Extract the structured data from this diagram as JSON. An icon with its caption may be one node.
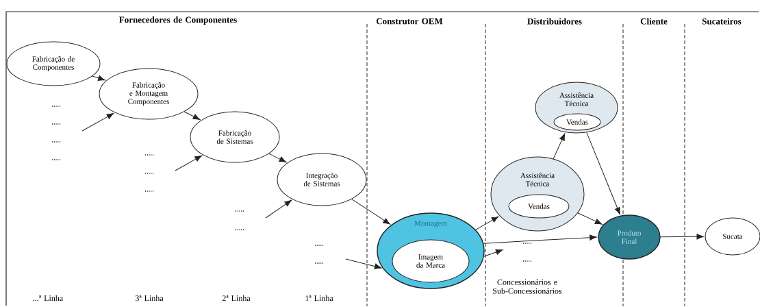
{
  "diagram": {
    "nodes": [
      {
        "text": [
          "Fabricação de Componentes"
        ]
      },
      {
        "text": [
          "Fabricação e Montagem Componentes"
        ]
      },
      {
        "text": [
          "Fabricação de Sistemas"
        ]
      },
      {
        "text": [
          "Integração de Sistemas"
        ]
      },
      {
        "text": [
          "Montagem"
        ]
      },
      {
        "text": [
          "Imagem da Marca"
        ],
        "in": 4
      },
      {
        "text": [
          "Assistência Técnica"
        ]
      },
      {
        "text": [
          "Vendas"
        ],
        "in": 6
      },
      {
        "text": [
          "Assistência Técnica"
        ]
      },
      {
        "text": [
          "Vendas"
        ],
        "in": 8
      },
      {
        "text": [
          "Produto Final"
        ]
      },
      {
        "text": [
          "Sucata"
        ]
      }
    ],
    "edges": [
      {
        "from": 0,
        "to": 1,
        "arrow": "to"
      },
      {
        "from": 1,
        "to": 2,
        "arrow": "to"
      },
      {
        "from": 2,
        "to": 3,
        "arrow": "to"
      },
      {
        "from": 3,
        "to": 4,
        "arrow": "to"
      },
      {
        "from": null,
        "to": 1,
        "arrow": "to"
      },
      {
        "from": null,
        "to": 2,
        "arrow": "to"
      },
      {
        "from": null,
        "to": 3,
        "arrow": "to"
      },
      {
        "from": null,
        "to": 4,
        "arrow": "to"
      },
      {
        "from": 4,
        "to": 8,
        "arrow": "to"
      },
      {
        "from": 8,
        "to": 6,
        "arrow": "to"
      },
      {
        "from": 4,
        "to": null,
        "arrow": "to"
      },
      {
        "from": 4,
        "to": 10,
        "arrow": "to"
      },
      {
        "from": 8,
        "to": 10,
        "arrow": "to"
      },
      {
        "from": 6,
        "to": 10,
        "arrow": "to"
      },
      {
        "from": 10,
        "to": 11,
        "arrow": "to"
      }
    ],
    "labels": [
      "Fornecedores de Componentes",
      "Construtor OEM",
      "Distribuidores",
      "Cliente",
      "Sucateiros",
      ".....",
      ".....",
      ".....",
      ".....",
      ".....",
      ".....",
      ".....",
      ".....",
      ".....",
      ".....",
      ".....",
      ".....",
      ".....",
      "Concessionários e Sub-Concessionários",
      "...ª Linha",
      "3ª Linha",
      "2ª Linha",
      "1ª Linha"
    ]
  }
}
